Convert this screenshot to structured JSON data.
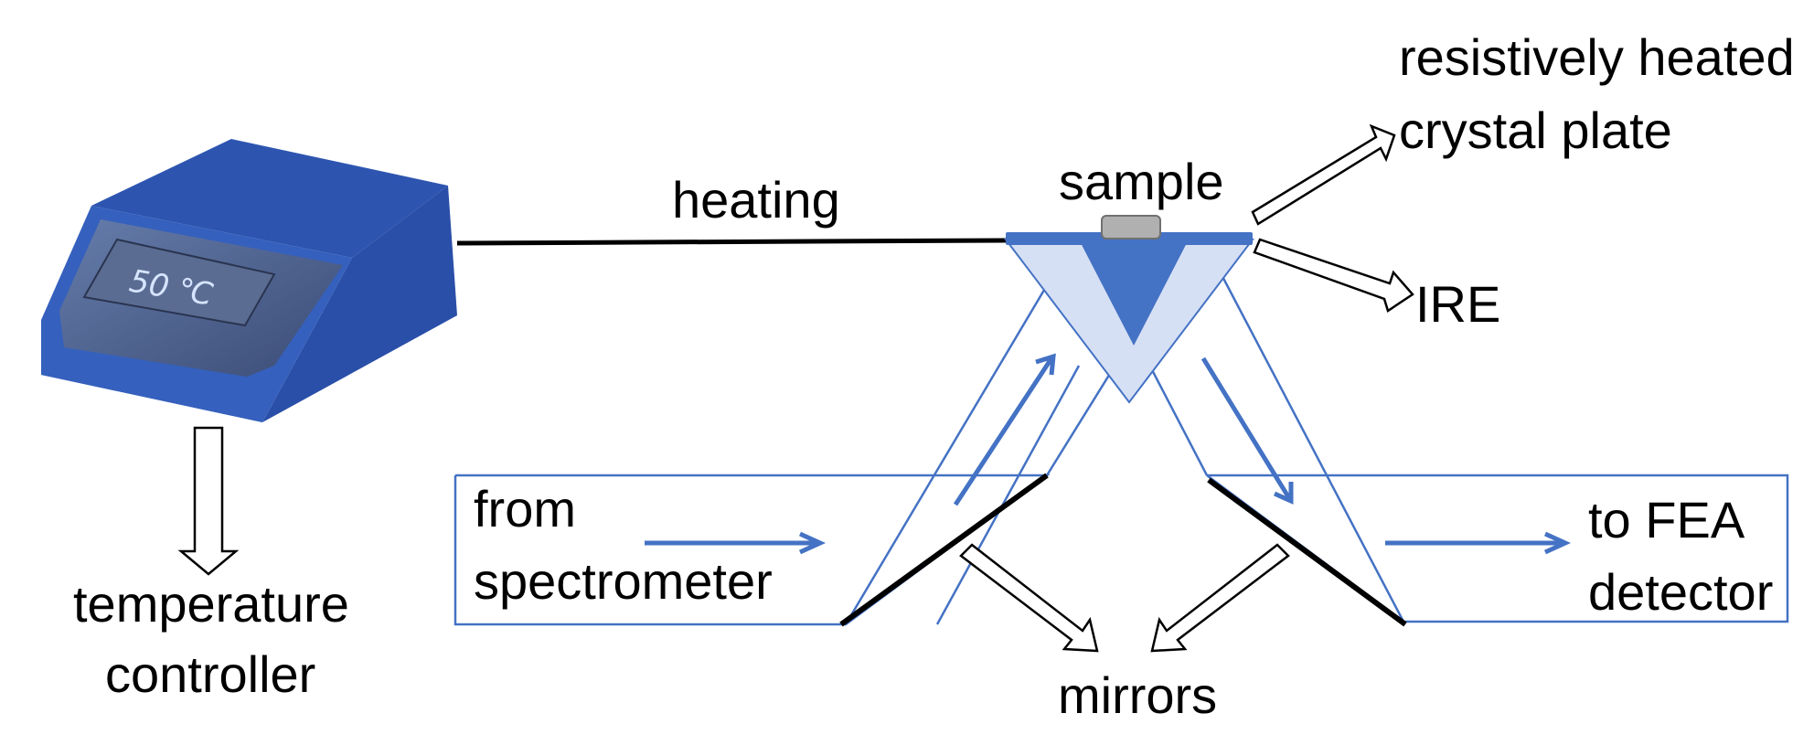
{
  "labels": {
    "heating": "heating",
    "sample": "sample",
    "crystal_line1": "resistively heated",
    "crystal_line2": "crystal plate",
    "ire": "IRE",
    "from_line1": "from",
    "from_line2": "spectrometer",
    "to_line1": "to FEA",
    "to_line2": "detector",
    "mirrors": "mirrors",
    "controller_line1": "temperature",
    "controller_line2": "controller"
  },
  "display": {
    "temperature": "50 ℃"
  },
  "colors": {
    "beam": "#4472c4",
    "device_front": "#3a64c0",
    "device_top": "#2d55b0",
    "plate": "#4472c4",
    "prism_light": "#d6e0f5",
    "prism_dark": "#4472c4",
    "sample": "#b0b0b0"
  },
  "icons": [
    "temperature-controller-icon",
    "hollow-arrow-icon",
    "mirror-icon",
    "prism-icon"
  ]
}
